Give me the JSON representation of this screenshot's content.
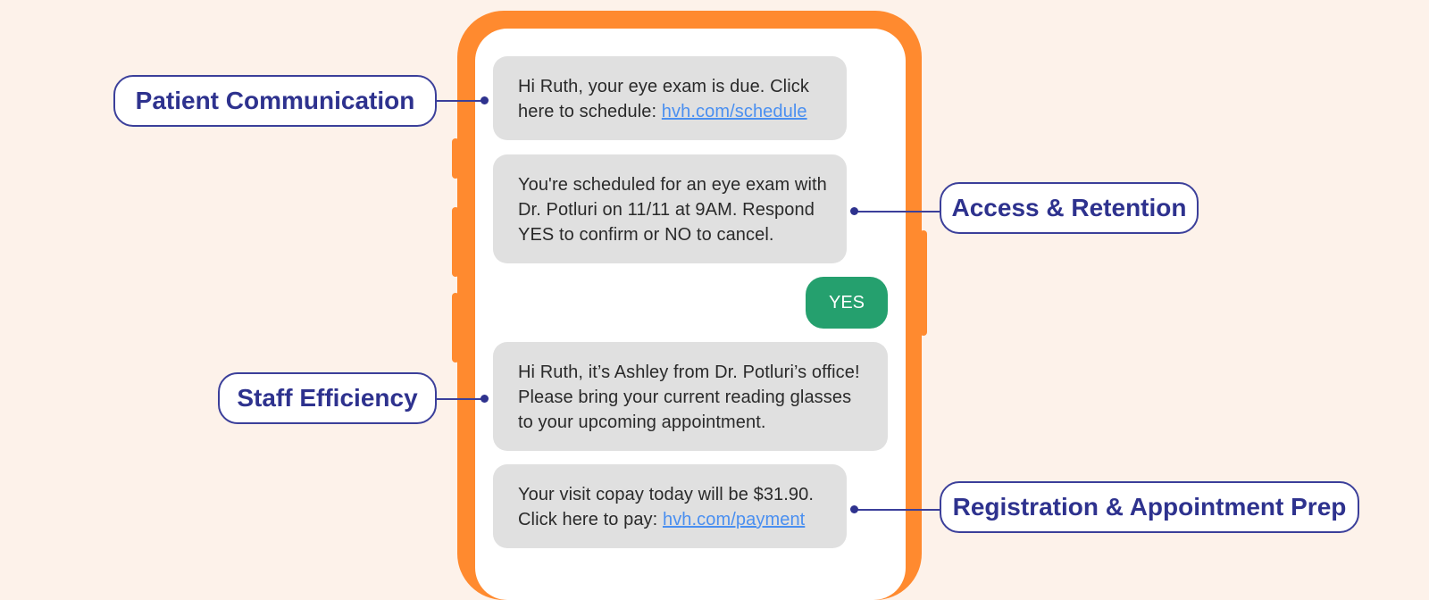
{
  "colors": {
    "background": "#fdf2ea",
    "phone_frame": "#ff8a2f",
    "bubble": "#e0e0e0",
    "reply_bubble": "#25a06e",
    "link": "#4a8ff0",
    "callout_text": "#2e328e"
  },
  "messages": [
    {
      "lines": [
        "Hi Ruth, your eye exam is due. Click"
      ],
      "prefix": "here to schedule: ",
      "link": "hvh.com/schedule"
    },
    {
      "lines": [
        "You're scheduled for an eye exam with",
        "Dr. Potluri on 11/11 at 9AM. Respond",
        "YES to confirm or NO to cancel."
      ]
    },
    {
      "lines": [
        "Hi Ruth, it’s Ashley from Dr. Potluri’s office!",
        "Please bring your current reading glasses",
        "to your upcoming appointment."
      ]
    },
    {
      "lines": [
        "Your visit copay today will be $31.90."
      ],
      "prefix": "Click here to pay: ",
      "link": "hvh.com/payment"
    }
  ],
  "reply": {
    "text": "YES"
  },
  "callouts": {
    "patient_communication": "Patient Communication",
    "access_retention": "Access & Retention",
    "staff_efficiency": "Staff Efficiency",
    "registration_prep": "Registration & Appointment Prep"
  }
}
